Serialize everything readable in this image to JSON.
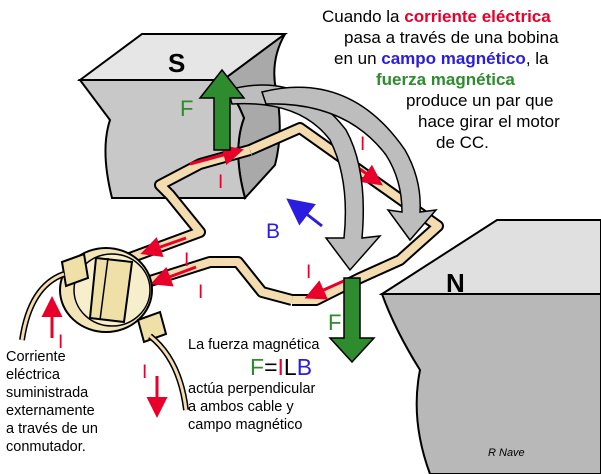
{
  "labels": {
    "pole_s": "S",
    "pole_n": "N",
    "force_top": "F",
    "force_bottom": "F",
    "field": "B",
    "current": "I",
    "credit": "R Nave"
  },
  "header": {
    "line1_a": "Cuando la ",
    "line1_b": "corriente eléctrica",
    "line2": "pasa a través de una bobina",
    "line3_a": "en un ",
    "line3_b": "campo magnético",
    "line3_c": ", la",
    "line4": "fuerza magnética",
    "line5": "produce un par que",
    "line6": "hace girar el motor",
    "line7": "de CC."
  },
  "left_caption": {
    "line1": "Corriente",
    "line2": "eléctrica",
    "line3": "suministrada",
    "line4": "externamente",
    "line5": "a través de un",
    "line6": "conmutador."
  },
  "formula_block": {
    "intro": "La fuerza magnética",
    "f": "F",
    "eq": "=",
    "i": "I",
    "l": "L",
    "b": "B",
    "line2": "actúa perpendicular",
    "line3": "a ambos cable y",
    "line4": "campo magnético"
  },
  "colors": {
    "current": "#e8002a",
    "force": "#2e8b2e",
    "field": "#2a1de0",
    "magnet": "#c8c8c8",
    "coil": "#f3dcb0",
    "commutator": "#f2e6b8",
    "rotation_arrow": "#bdbdbd"
  }
}
